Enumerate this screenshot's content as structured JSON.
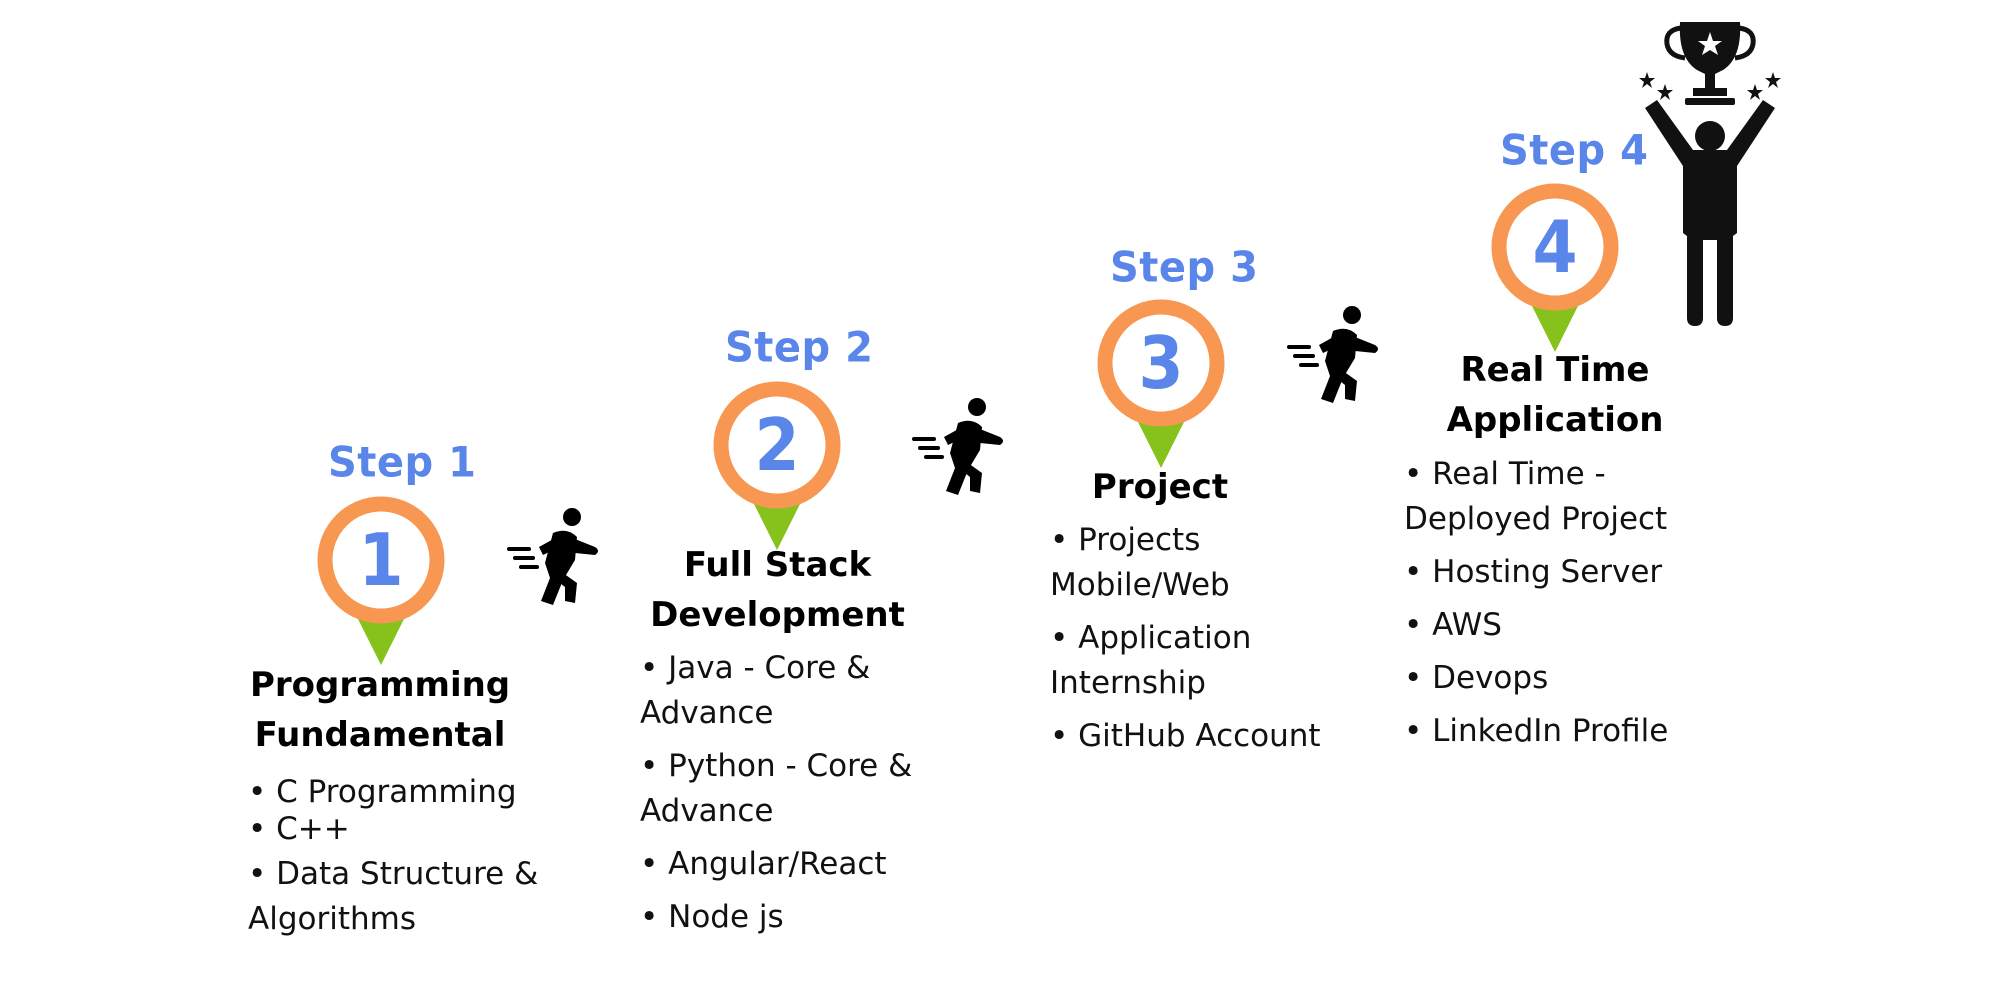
{
  "steps": [
    {
      "label": "Step 1",
      "number": "1",
      "title_lines": [
        "Programming",
        "Fundamental"
      ],
      "items": [
        "• C Programming",
        "• C++",
        "• Data Structure & Algorithms"
      ]
    },
    {
      "label": "Step 2",
      "number": "2",
      "title_lines": [
        "Full Stack",
        "Development"
      ],
      "items": [
        "• Java - Core & Advance",
        "• Python - Core & Advance",
        "• Angular/React",
        "• Node js"
      ]
    },
    {
      "label": "Step 3",
      "number": "3",
      "title_lines": [
        "Project"
      ],
      "items": [
        "• Projects Mobile/Web",
        "• Application Internship",
        "• GitHub Account"
      ]
    },
    {
      "label": "Step 4",
      "number": "4",
      "title_lines": [
        "Real Time",
        "Application"
      ],
      "items": [
        "• Real Time - Deployed Project",
        "• Hosting Server",
        "• AWS",
        "• Devops",
        "• LinkedIn Profile"
      ]
    }
  ],
  "colors": {
    "step_label": "#5a86ea",
    "ring": "#f89752",
    "pin_tip": "#86c21b",
    "text": "#000000"
  },
  "icons": [
    "running-person-icon",
    "trophy-winner-icon",
    "star-icon"
  ]
}
